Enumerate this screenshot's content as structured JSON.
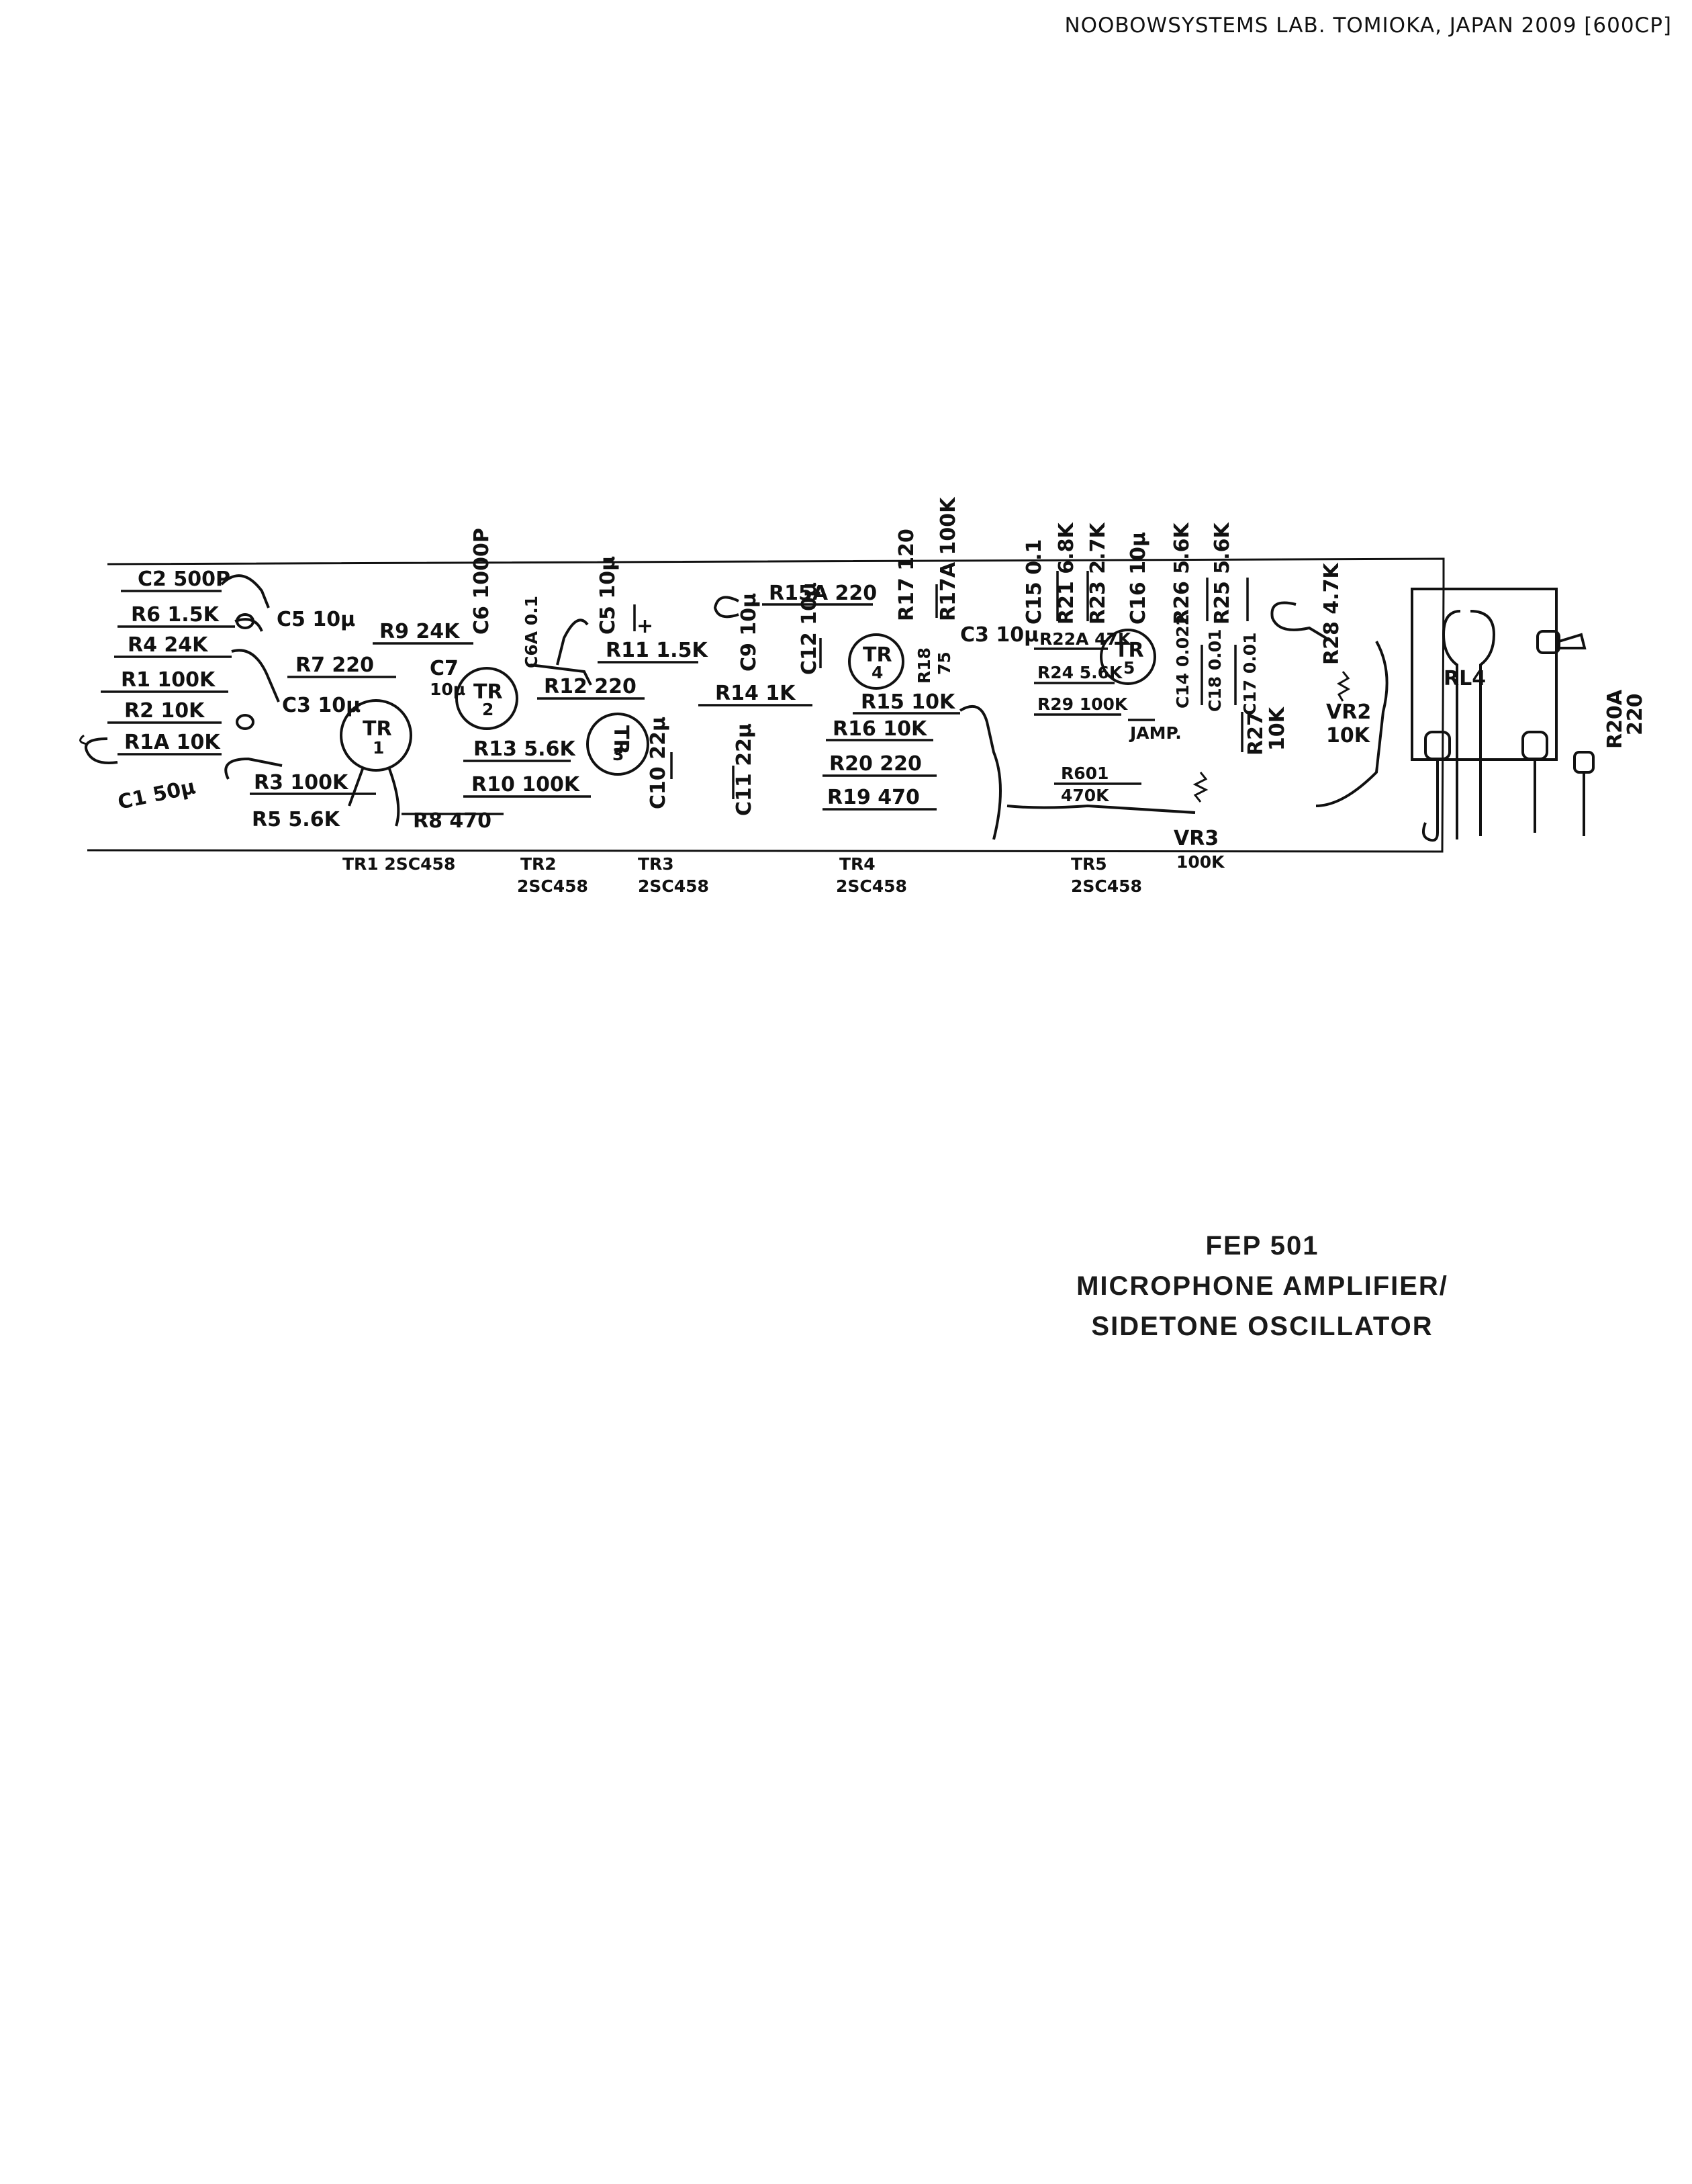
{
  "header": {
    "text": "NOOBOWSYSTEMS LAB. TOMIOKA, JAPAN 2009 [600CP]"
  },
  "title": {
    "model": "FEP 501",
    "line1": "MICROPHONE AMPLIFIER/",
    "line2": "SIDETONE OSCILLATOR"
  },
  "labels": {
    "c2": "C2 500P",
    "r6": "R6 1.5K",
    "r4": "R4 24K",
    "r1": "R1 100K",
    "r2": "R2 10K",
    "r1a": "R1A 10K",
    "c1": "C1 50µ",
    "c5a": "C5 10µ",
    "r9": "R9 24K",
    "r7": "R7 220",
    "c3a": "C3 10µ",
    "c7": "C7",
    "c7v": "10µ",
    "r3": "R3 100K",
    "r5": "R5 5.6K",
    "r8": "R8 470",
    "c6": "C6 1000P",
    "c6a": "C6A 0.1",
    "c5b": "C5 10µ",
    "r12": "R12 220",
    "r13": "R13 5.6K",
    "r10": "R10 100K",
    "r11": "R11 1.5K",
    "c10": "C10 22µ",
    "c9": "C9 10µ",
    "r15a": "R15A 220",
    "r14": "R14 1K",
    "c11": "C11 22µ",
    "c12": "C12 10µ",
    "r17": "R17 120",
    "r17a": "R17A 100K",
    "r18": "R18",
    "r18v": "75",
    "r15": "R15 10K",
    "r16": "R16 10K",
    "r20": "R20 220",
    "r19": "R19 470",
    "c3b": "C3 10µ",
    "c15": "C15 0.1",
    "r21": "R21 6.8K",
    "r23": "R23 2.7K",
    "c16": "C16 10µ",
    "r22a": "R22A 47K",
    "r24": "R24 5.6K",
    "r29": "R29 100K",
    "jamp": "JAMP.",
    "c14": "C14 0.022",
    "c18": "C18 0.01",
    "c17": "C17 0.01",
    "r26": "R26 5.6K",
    "r25": "R25 5.6K",
    "r28": "R28 4.7K",
    "vr2": "VR2",
    "vr2v": "10K",
    "r27": "R27",
    "r27v": "10K",
    "r601": "R601",
    "r601v": "470K",
    "vr3": "VR3",
    "vr3v": "100K",
    "rl4": "RL4",
    "r20a": "R20A",
    "r20av": "220"
  },
  "transistors": {
    "tr1": {
      "name": "TR",
      "num": "1",
      "part": "TR1 2SC458"
    },
    "tr2": {
      "name": "TR",
      "num": "2",
      "part": "TR2",
      "type": "2SC458"
    },
    "tr3": {
      "name": "TR",
      "num": "3",
      "part": "TR3",
      "type": "2SC458"
    },
    "tr4": {
      "name": "TR",
      "num": "4",
      "part": "TR4",
      "type": "2SC458"
    },
    "tr5": {
      "name": "TR",
      "num": "5",
      "part": "TR5",
      "type": "2SC458"
    }
  }
}
